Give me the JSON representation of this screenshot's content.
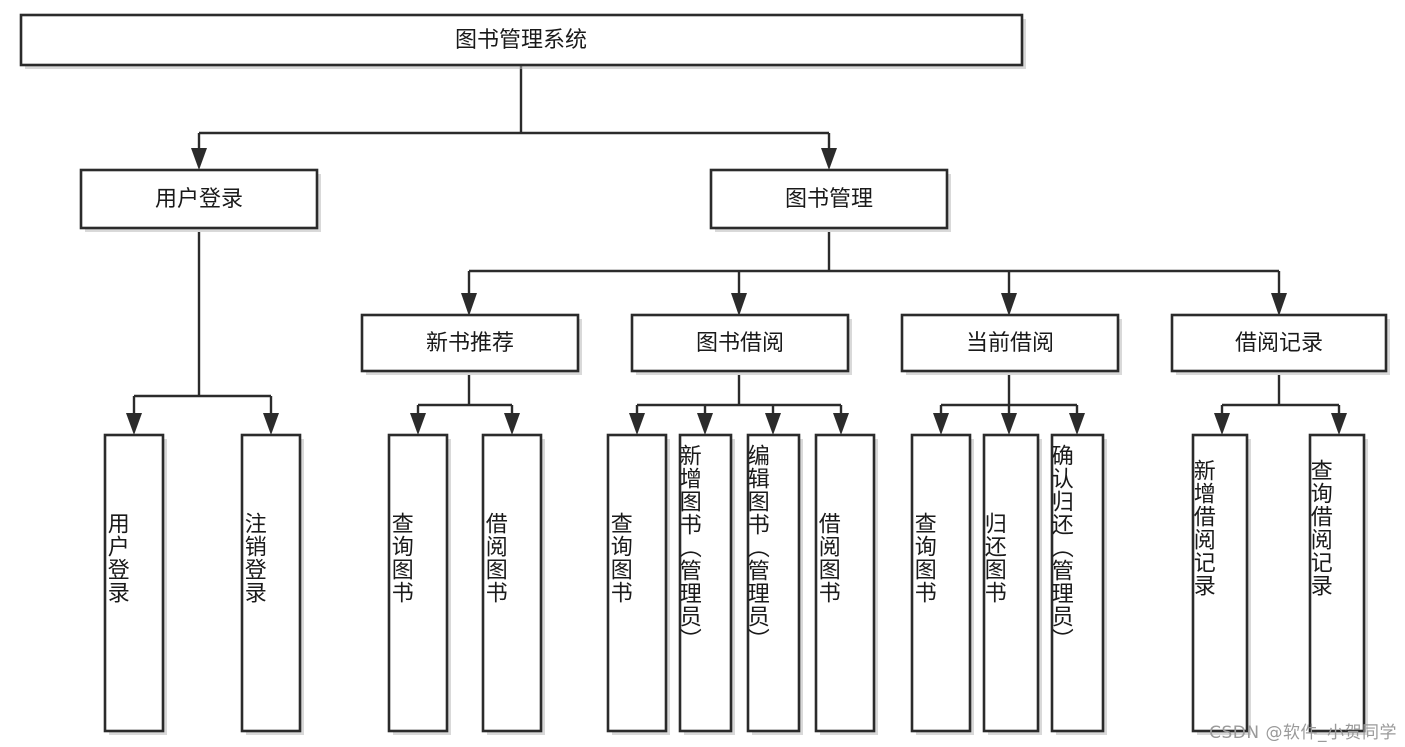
{
  "diagram": {
    "title": "图书管理系统",
    "type": "tree-hierarchy-diagram",
    "watermark": "CSDN @软件_小贺同学",
    "root": {
      "id": "root",
      "label": "图书管理系统"
    },
    "level2": [
      {
        "id": "user-login",
        "label": "用户登录"
      },
      {
        "id": "book-manage",
        "label": "图书管理"
      }
    ],
    "level3": [
      {
        "id": "new-book-recommend",
        "label": "新书推荐",
        "parent": "book-manage"
      },
      {
        "id": "book-borrow",
        "label": "图书借阅",
        "parent": "book-manage"
      },
      {
        "id": "current-borrow",
        "label": "当前借阅",
        "parent": "book-manage"
      },
      {
        "id": "borrow-record",
        "label": "借阅记录",
        "parent": "book-manage"
      }
    ],
    "leaves": {
      "user-login": [
        {
          "id": "leaf-user-login",
          "label": "用户登录"
        },
        {
          "id": "leaf-logout-login",
          "label": "注销登录"
        }
      ],
      "new-book-recommend": [
        {
          "id": "leaf-query-book-1",
          "label": "查询图书"
        },
        {
          "id": "leaf-borrow-book-1",
          "label": "借阅图书"
        }
      ],
      "book-borrow": [
        {
          "id": "leaf-query-book-2",
          "label": "查询图书"
        },
        {
          "id": "leaf-add-book-admin",
          "label": "新增图书（管理员）"
        },
        {
          "id": "leaf-edit-book-admin",
          "label": "编辑图书（管理员）"
        },
        {
          "id": "leaf-borrow-book-2",
          "label": "借阅图书"
        }
      ],
      "current-borrow": [
        {
          "id": "leaf-query-book-3",
          "label": "查询图书"
        },
        {
          "id": "leaf-return-book",
          "label": "归还图书"
        },
        {
          "id": "leaf-confirm-return-admin",
          "label": "确认归还（管理员）"
        }
      ],
      "borrow-record": [
        {
          "id": "leaf-add-borrow-record",
          "label": "新增借阅记录"
        },
        {
          "id": "leaf-query-borrow-record",
          "label": "查询借阅记录"
        }
      ]
    },
    "colors": {
      "stroke": "#2b2b2b",
      "fill": "#ffffff",
      "text": "#1a1a1a",
      "watermark": "#9a9a9a"
    }
  }
}
